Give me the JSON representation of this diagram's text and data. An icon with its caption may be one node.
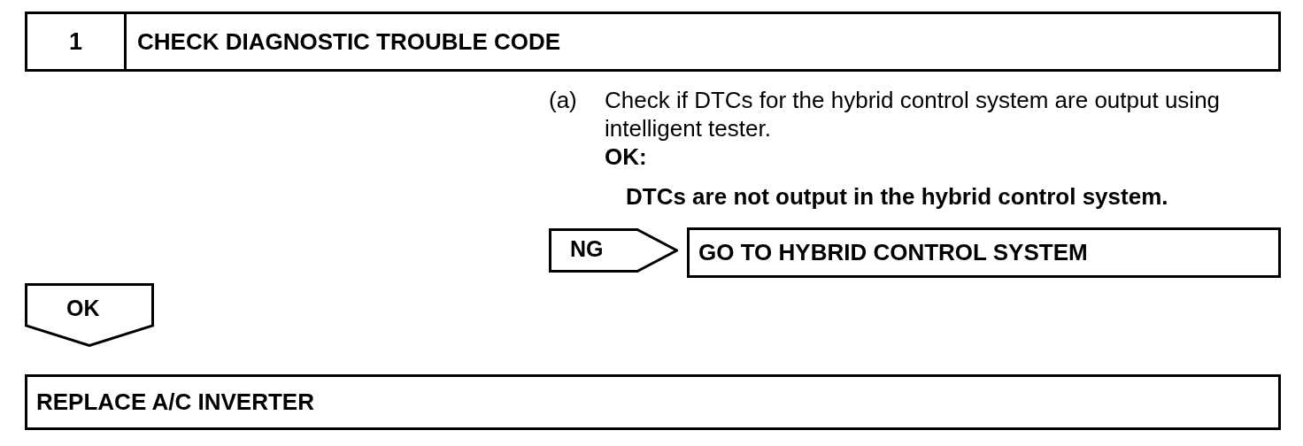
{
  "diagram": {
    "nodes": [
      {
        "text": [
          "1",
          "CHECK DIAGNOSTIC TROUBLE CODE"
        ]
      },
      {
        "text": [
          "NG"
        ]
      },
      {
        "text": [
          "GO TO HYBRID CONTROL SYSTEM"
        ]
      },
      {
        "text": [
          "OK"
        ]
      },
      {
        "text": [
          "REPLACE A/C INVERTER"
        ]
      }
    ],
    "labels": [
      "(a)",
      "Check if DTCs for the hybrid control system are output using intelligent tester.",
      "OK:",
      "DTCs are not output in the hybrid control system."
    ]
  }
}
